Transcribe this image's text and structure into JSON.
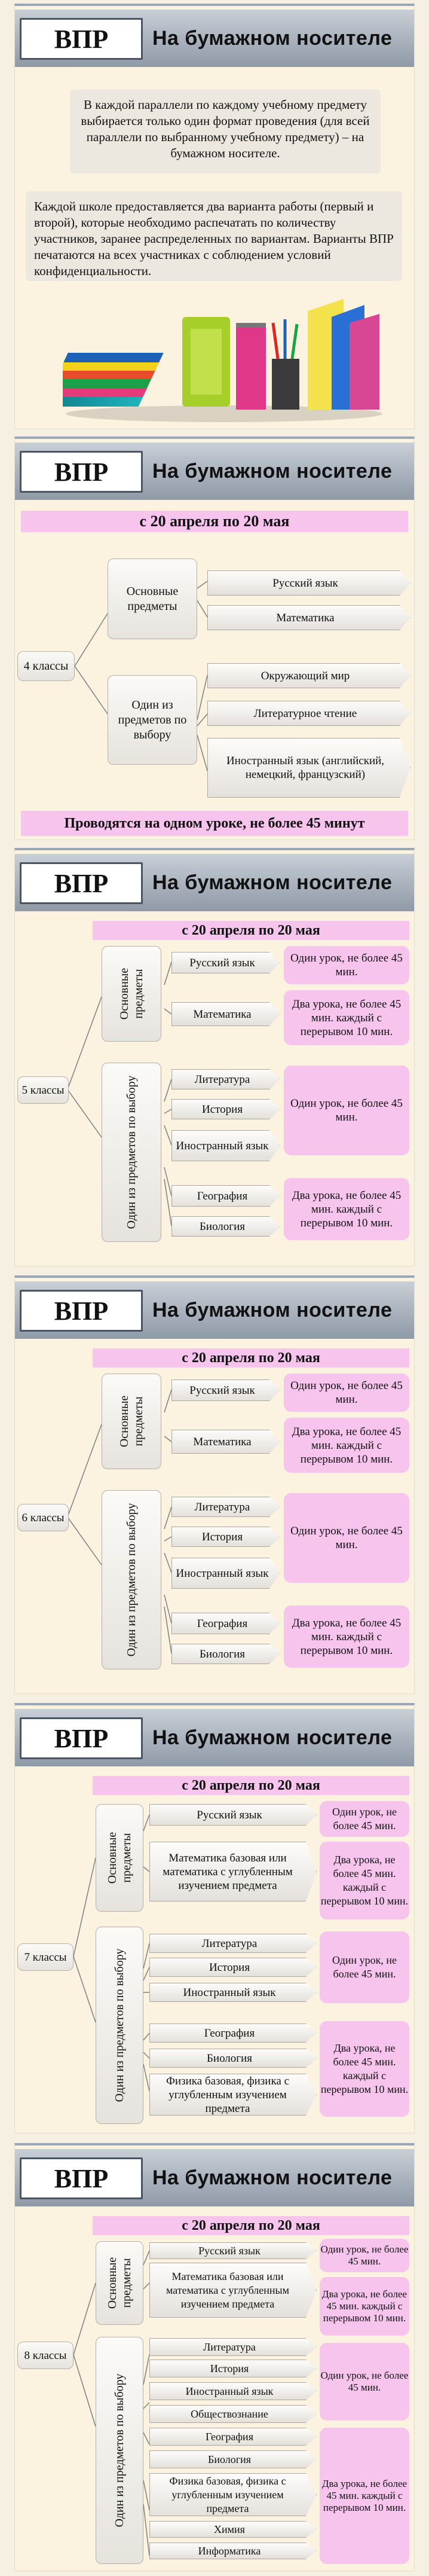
{
  "common": {
    "vpr": "ВПР",
    "title": "На бумажном носителе",
    "date": "с 20 апреля по 20 мая"
  },
  "intro": {
    "p1": "В каждой параллели по каждому учебному предмету выбирается только один формат проведения (для всей параллели по выбранному учебному предмету) – на бумажном носителе.",
    "p2": "Каждой школе предоставляется два варианта работы (первый и второй), которые необходимо распечатать по количеству участников, заранее распределенных по вариантам. Варианты ВПР печатаются на всех участниках с соблюдением условий конфиденциальности."
  },
  "s4": {
    "grade": "4 классы",
    "main": "Основные предметы",
    "choice": "Один из предметов по выбору",
    "main_subjects": [
      "Русский язык",
      "Математика"
    ],
    "choice_subjects": [
      "Окружающий мир",
      "Литературное чтение",
      "Иностранный язык (английский, немецкий, французский)"
    ],
    "footer": "Проводятся на одном уроке, не более 45 минут"
  },
  "s5": {
    "grade": "5 классы",
    "main": "Основные предметы",
    "choice": "Один из предметов по выбору",
    "subjects": [
      "Русский язык",
      "Математика",
      "Литература",
      "История",
      "Иностранный язык",
      "География",
      "Биология"
    ],
    "results": [
      "Один урок, не более 45 мин.",
      "Два урока, не более 45 мин. каждый с перерывом 10 мин.",
      "Один урок, не более 45 мин.",
      "Два урока, не более 45 мин. каждый с перерывом 10 мин."
    ]
  },
  "s6": {
    "grade": "6 классы",
    "main": "Основные предметы",
    "choice": "Один из предметов по выбору",
    "subjects": [
      "Русский язык",
      "Математика",
      "Литература",
      "История",
      "Иностранный язык",
      "География",
      "Биология"
    ],
    "results": [
      "Один урок, не более 45 мин.",
      "Два урока, не более 45 мин. каждый с перерывом 10 мин.",
      "Один урок, не более 45 мин.",
      "Два урока, не более 45 мин. каждый с перерывом 10 мин."
    ]
  },
  "s7": {
    "grade": "7 классы",
    "main": "Основные предметы",
    "choice": "Один из предметов по выбору",
    "subjects": [
      "Русский язык",
      "Математика базовая или математика с углубленным изучением предмета",
      "Литература",
      "История",
      "Иностранный язык",
      "География",
      "Биология",
      "Физика базовая, физика с углубленным изучением предмета"
    ],
    "results": [
      "Один урок, не более 45 мин.",
      "Два урока, не более 45 мин. каждый с перерывом 10 мин.",
      "Один урок, не более 45 мин.",
      "Два урока, не более 45 мин. каждый с перерывом 10 мин."
    ]
  },
  "s8": {
    "grade": "8 классы",
    "main": "Основные предметы",
    "choice": "Один из предметов по выбору",
    "subjects": [
      "Русский язык",
      "Математика базовая или математика с углубленным изучением предмета",
      "Литература",
      "История",
      "Иностранный язык",
      "Обществознание",
      "География",
      "Биология",
      "Физика базовая, физика с углубленным изучением предмета",
      "Химия",
      "Информатика"
    ],
    "results": [
      "Один урок, не более 45 мин.",
      "Два урока, не более 45 мин. каждый с перерывом 10 мин.",
      "Один урок, не более 45 мин.",
      "Два урока, не более 45 мин. каждый с перерывом 10 мин."
    ]
  }
}
